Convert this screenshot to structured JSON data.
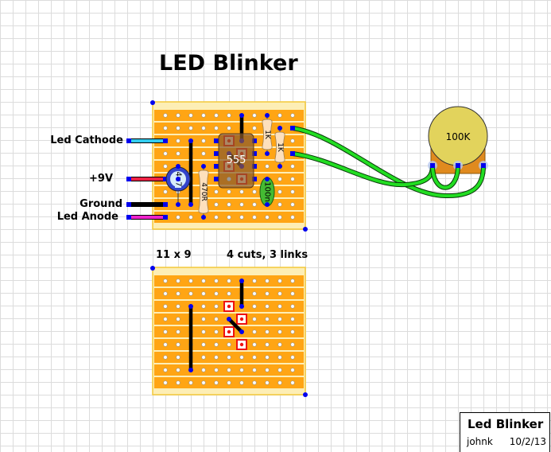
{
  "title": "LED Blinker",
  "board_info": {
    "size": "11 x 9",
    "summary": "4 cuts, 3 links",
    "columns": 11,
    "rows": 9
  },
  "offboard_labels": [
    {
      "id": "led-cathode",
      "text": "Led Cathode",
      "color": "#33ccee",
      "row": 2
    },
    {
      "id": "plus-9v",
      "text": "+9V",
      "color": "#ee2244",
      "row": 5
    },
    {
      "id": "ground",
      "text": "Ground",
      "color": "#000000",
      "row": 7
    },
    {
      "id": "led-anode",
      "text": "Led Anode",
      "color": "#ee22cc",
      "row": 8
    }
  ],
  "components": {
    "ic": {
      "label": "555"
    },
    "r1": {
      "label": "1K"
    },
    "r2": {
      "label": "1K"
    },
    "r3": {
      "label": "470R"
    },
    "c1": {
      "label": "4u7"
    },
    "c2": {
      "label": "100n"
    },
    "pot": {
      "label": "100K"
    }
  },
  "colors": {
    "strip": "#ffa514",
    "board": "#fdeeb5",
    "board_border": "#f3c93a",
    "hole": "#ffffff",
    "node": "#0000ee",
    "link": "#000000",
    "wire": "#22dd22",
    "cut": "#ee1111",
    "pot_body": "#e08a1e",
    "pot_knob": "#e2d35c",
    "resistor": "#fde0bd",
    "ceramic_cap": "#44bb33",
    "electrolytic": "#3344cc",
    "ic_body": "#8b5a2b"
  },
  "title_block": {
    "title": "Led Blinker",
    "author": "johnk",
    "date": "10/2/13"
  }
}
